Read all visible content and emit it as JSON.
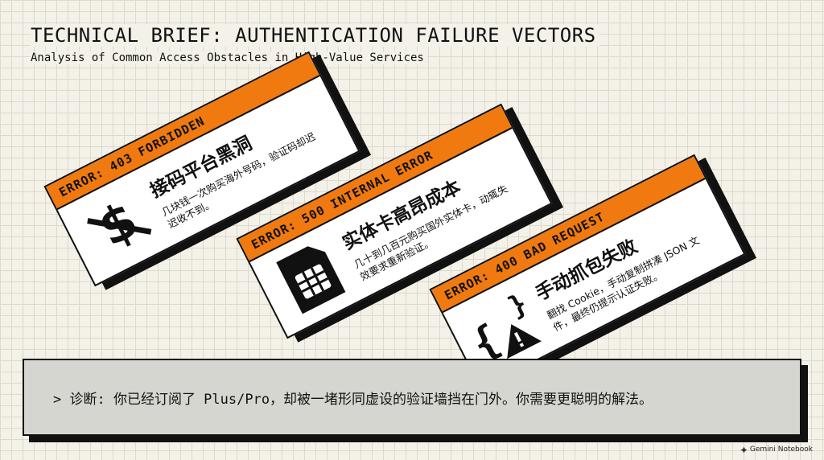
{
  "header": {
    "title": "TECHNICAL BRIEF: AUTHENTICATION FAILURE VECTORS",
    "subtitle": "Analysis of Common Access Obstacles in High-Value Services"
  },
  "cards": [
    {
      "error": "ERROR: 403 FORBIDDEN",
      "heading": "接码平台黑洞",
      "desc": "几块钱一次购买海外号码，验证码却迟迟收不到。",
      "icon": "crossed-out-dollar-icon"
    },
    {
      "error": "ERROR: 500 INTERNAL ERROR",
      "heading": "实体卡高昂成本",
      "desc": "几十到几百元购买国外实体卡，动辄失效要求重新验证。",
      "icon": "sim-card-icon"
    },
    {
      "error": "ERROR: 400 BAD REQUEST",
      "heading": "手动抓包失败",
      "desc": "翻找 Cookie，手动复制拼凑 JSON 文件，最终仍提示认证失败。",
      "icon": "code-braces-warning-icon"
    }
  ],
  "terminal": {
    "line": "> 诊断: 你已经订阅了 Plus/Pro，却被一堵形同虚设的验证墙挡在门外。你需要更聪明的解法。"
  },
  "brand": {
    "label": "Gemini Notebook"
  },
  "colors": {
    "accent": "#f07a10",
    "background": "#f3f1e8",
    "terminal_bg": "#d6d6d0",
    "ink": "#111111"
  }
}
